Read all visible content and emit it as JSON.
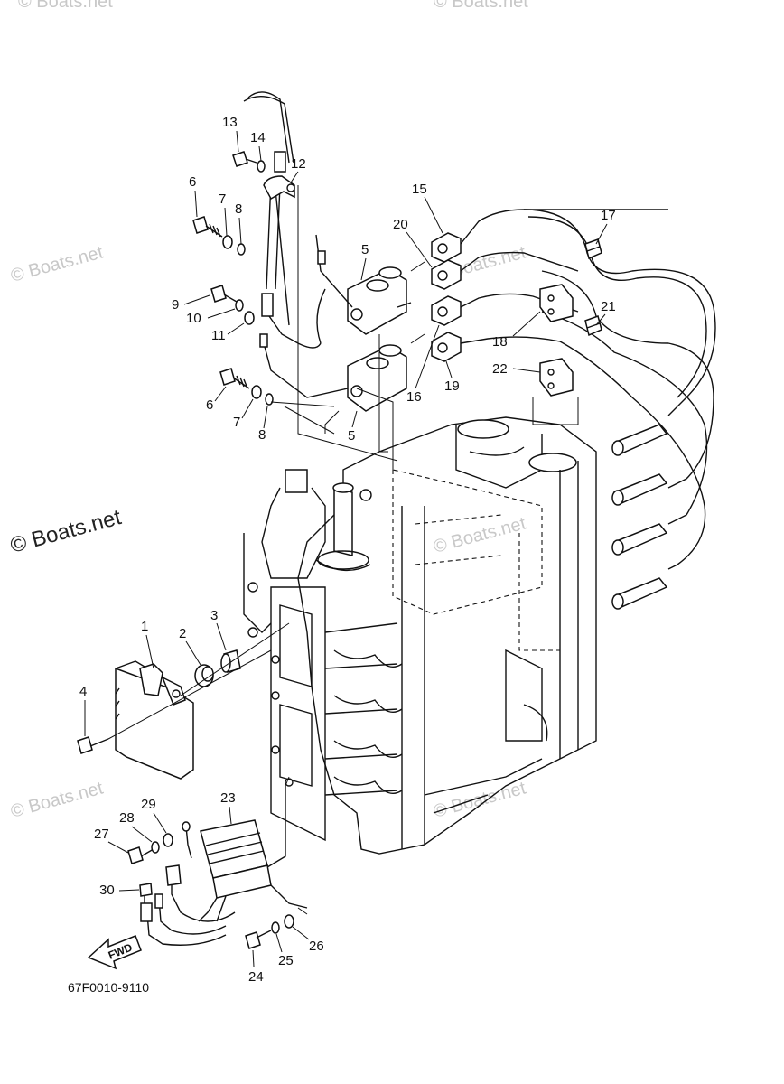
{
  "diagram_code": "67F0010-9110",
  "watermark": "© Boats.net",
  "direction_label": "FWD",
  "part_labels": [
    "1",
    "2",
    "3",
    "4",
    "5",
    "5",
    "6",
    "6",
    "7",
    "7",
    "8",
    "8",
    "9",
    "10",
    "11",
    "12",
    "13",
    "14",
    "15",
    "16",
    "17",
    "18",
    "19",
    "20",
    "21",
    "22",
    "23",
    "24",
    "25",
    "26",
    "27",
    "28",
    "29",
    "30"
  ]
}
